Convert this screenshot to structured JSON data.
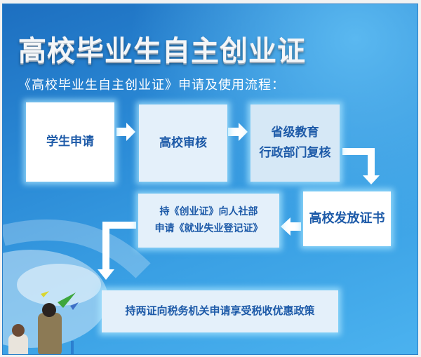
{
  "title": "高校毕业生自主创业证",
  "subtitle": "《高校毕业生自主创业证》申请及使用流程：",
  "steps": [
    {
      "lines": [
        "学生申请"
      ]
    },
    {
      "lines": [
        "高校审核"
      ]
    },
    {
      "lines": [
        "省级教育",
        "行政部门复核"
      ]
    },
    {
      "lines": [
        "高校发放证书"
      ]
    },
    {
      "lines": [
        "持《创业证》向人社部",
        "申请《就业失业登记证》"
      ]
    },
    {
      "lines": [
        "持两证向税务机关申请享受税收优惠政策"
      ]
    }
  ],
  "colors": {
    "background": "#2b8ad6",
    "text": "#1d5aa8",
    "box": "#e4f0fa"
  }
}
